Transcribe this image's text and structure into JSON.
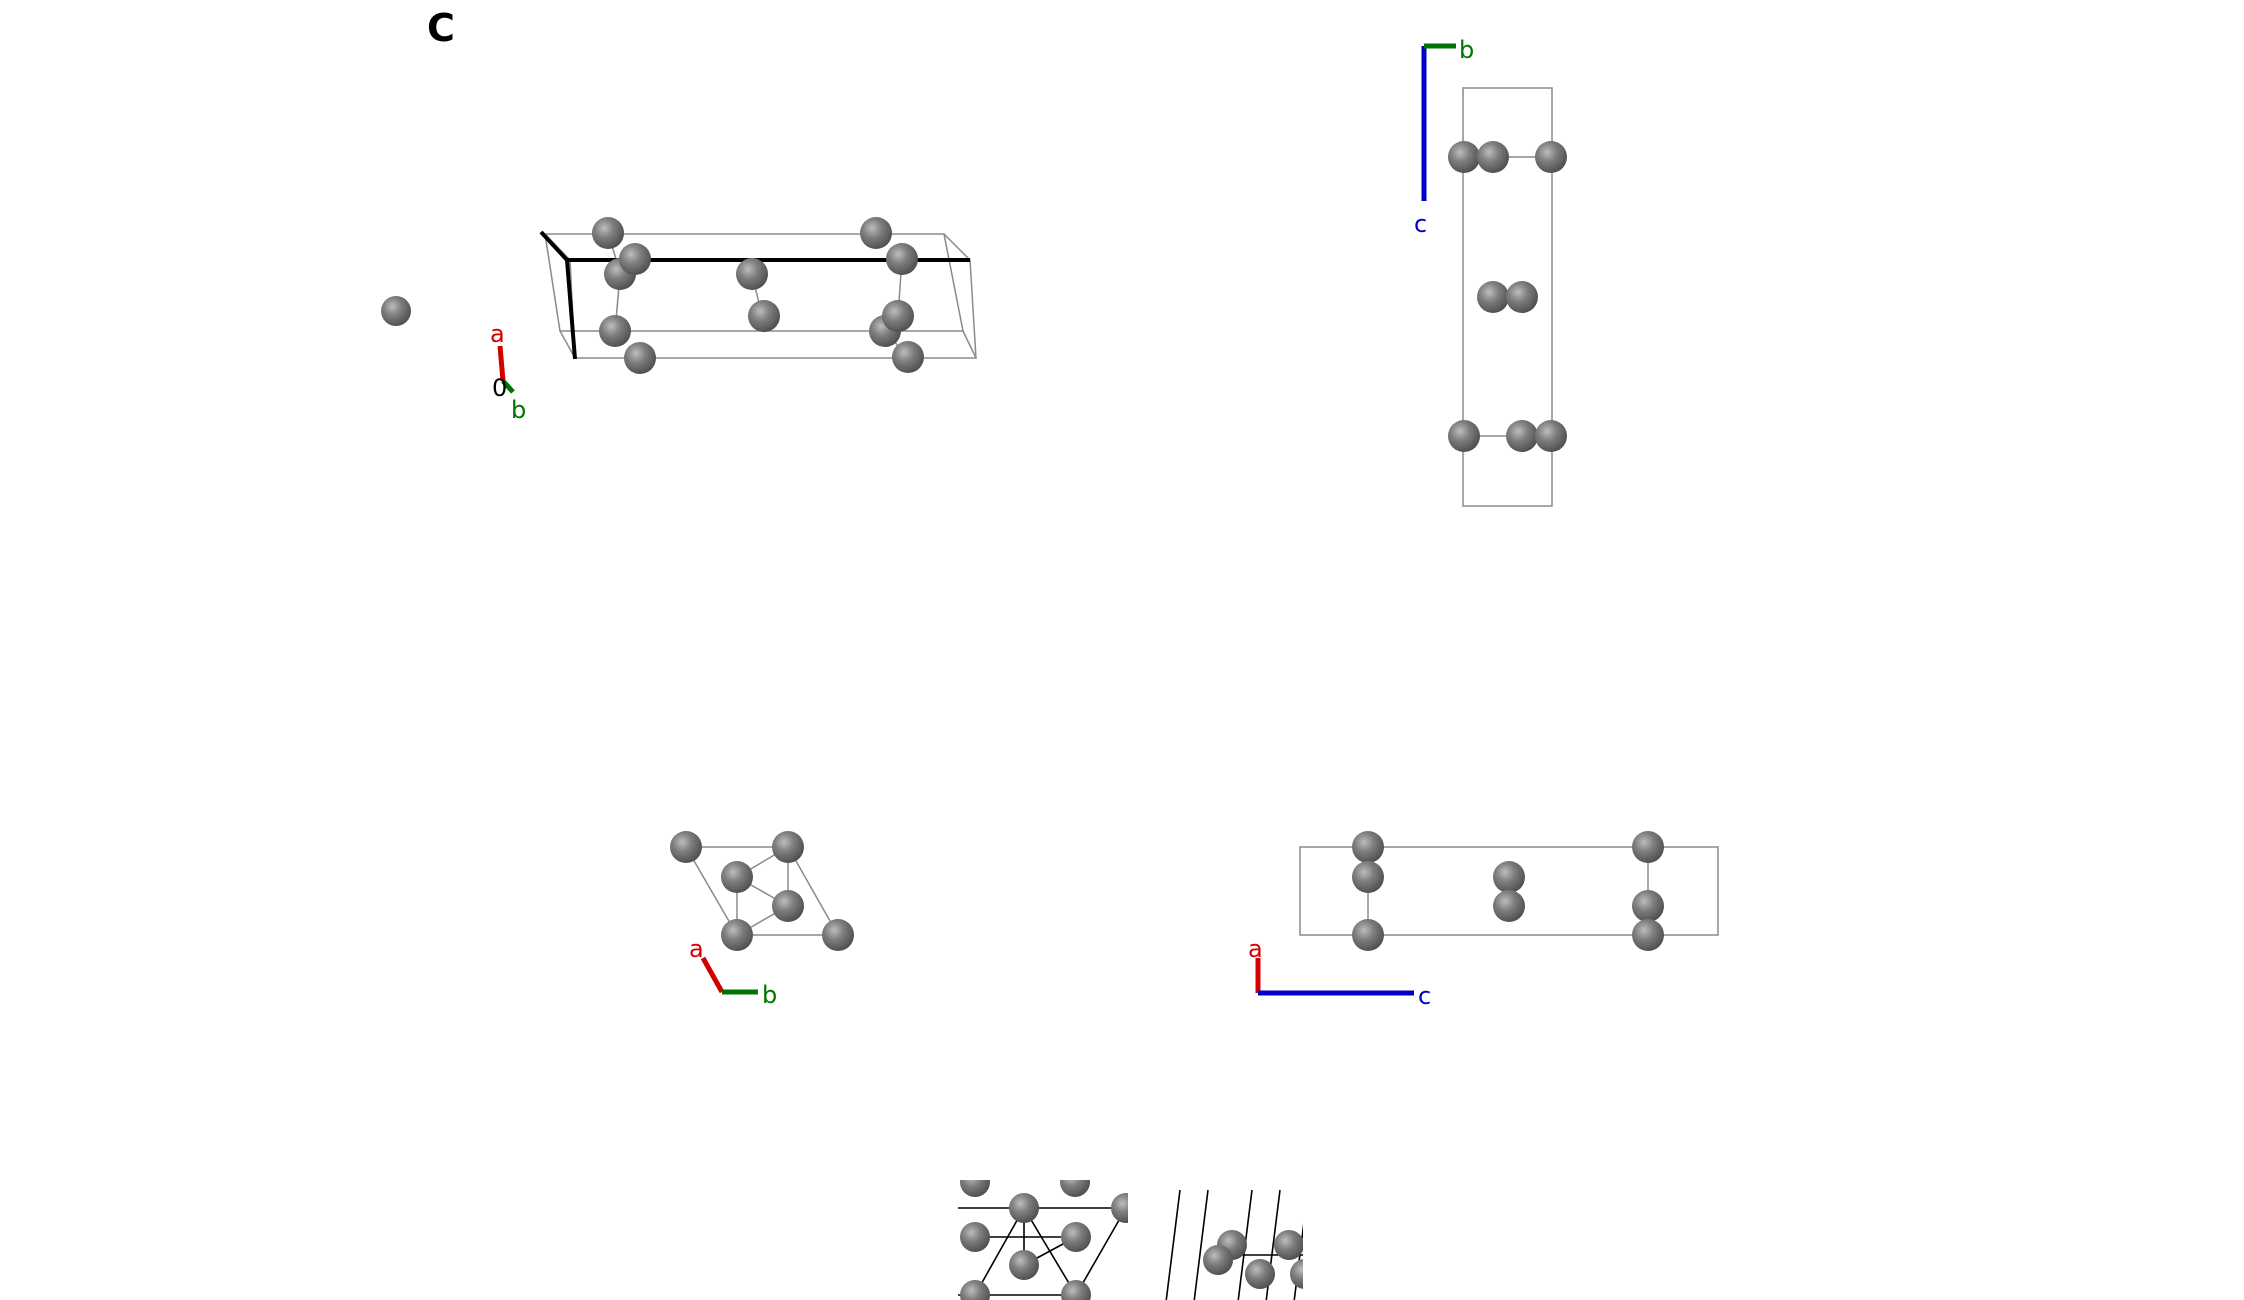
{
  "panel_label": "C",
  "colors": {
    "axis_a": "#d40000",
    "axis_b": "#007400",
    "axis_c": "#0000c8",
    "atom": "#777777",
    "cell_line": "#8a8a8a",
    "bold_line": "#000000",
    "label_0": "#000000"
  },
  "views": [
    {
      "name": "perspective-view",
      "axis_labels": {
        "a": "a",
        "b": "b",
        "origin": "0"
      }
    },
    {
      "name": "view-along-a",
      "axis_labels": {
        "b": "b",
        "c": "c"
      }
    },
    {
      "name": "view-along-c",
      "axis_labels": {
        "a": "a",
        "b": "b"
      }
    },
    {
      "name": "view-along-b",
      "axis_labels": {
        "a": "a",
        "c": "c"
      }
    },
    {
      "name": "inset-top-view",
      "axis_labels": {}
    },
    {
      "name": "inset-side-view",
      "axis_labels": {}
    }
  ]
}
